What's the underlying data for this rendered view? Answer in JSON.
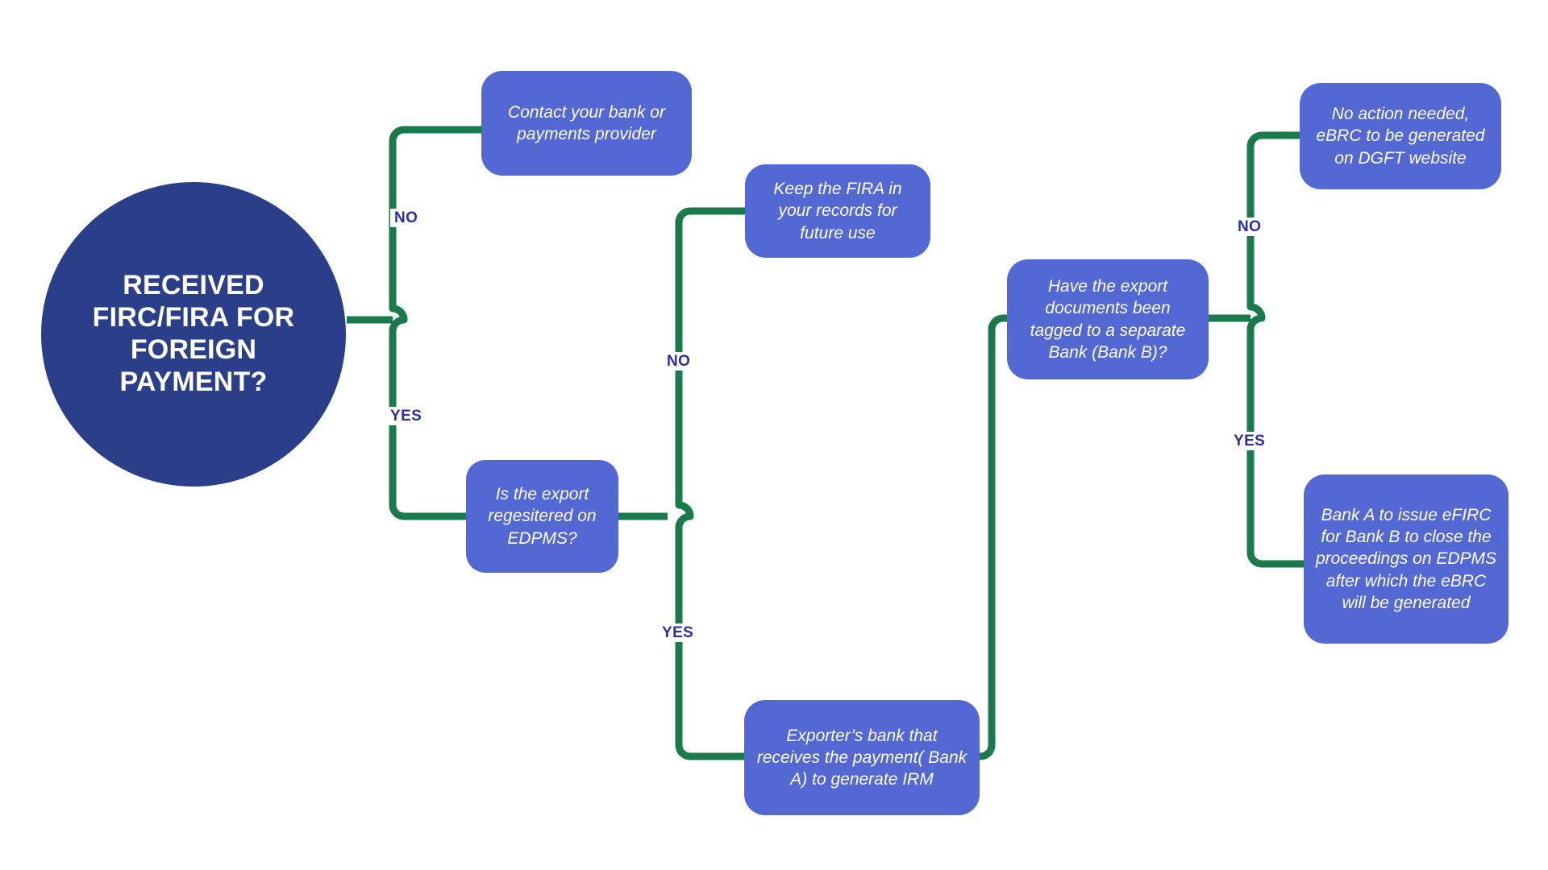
{
  "diagram": {
    "type": "flowchart",
    "title_node": {
      "id": "root",
      "shape": "circle",
      "text": "RECEIVED FIRC/FIRA FOR FOREIGN PAYMENT?"
    },
    "colors": {
      "background": "#ffffff",
      "root_fill": "#2B3E89",
      "node_fill": "#5468D4",
      "node_text": "#ffffff",
      "connector": "#1A7A4C",
      "branch_label_text": "#2B2FA0"
    },
    "nodes": [
      {
        "id": "n1",
        "text": "Contact your bank or payments provider"
      },
      {
        "id": "n2",
        "text": "Is the export regesitered on EDPMS?"
      },
      {
        "id": "n3",
        "text": "Keep the FIRA in your records for future use"
      },
      {
        "id": "n4",
        "text": "Exporter’s bank that receives the payment( Bank A) to generate IRM"
      },
      {
        "id": "n5",
        "text": "Have the export documents been tagged to a separate Bank (Bank B)?"
      },
      {
        "id": "n6",
        "text": "No action needed, eBRC to be generated on DGFT website"
      },
      {
        "id": "n7",
        "text": "Bank A to issue eFIRC for Bank B to close the proceedings on EDPMS after which the eBRC will be generated"
      }
    ],
    "branch_labels": [
      {
        "id": "b1",
        "text": "NO",
        "from": "root",
        "to": "n1"
      },
      {
        "id": "b2",
        "text": "YES",
        "from": "root",
        "to": "n2"
      },
      {
        "id": "b3",
        "text": "NO",
        "from": "n2",
        "to": "n3"
      },
      {
        "id": "b4",
        "text": "YES",
        "from": "n2",
        "to": "n4"
      },
      {
        "id": "b5",
        "text": "NO",
        "from": "n5",
        "to": "n6"
      },
      {
        "id": "b6",
        "text": "YES",
        "from": "n5",
        "to": "n7"
      }
    ],
    "edges": [
      {
        "from": "root",
        "to": "n1",
        "label": "NO"
      },
      {
        "from": "root",
        "to": "n2",
        "label": "YES"
      },
      {
        "from": "n2",
        "to": "n3",
        "label": "NO"
      },
      {
        "from": "n2",
        "to": "n4",
        "label": "YES"
      },
      {
        "from": "n4",
        "to": "n5",
        "label": ""
      },
      {
        "from": "n5",
        "to": "n6",
        "label": "NO"
      },
      {
        "from": "n5",
        "to": "n7",
        "label": "YES"
      }
    ]
  }
}
